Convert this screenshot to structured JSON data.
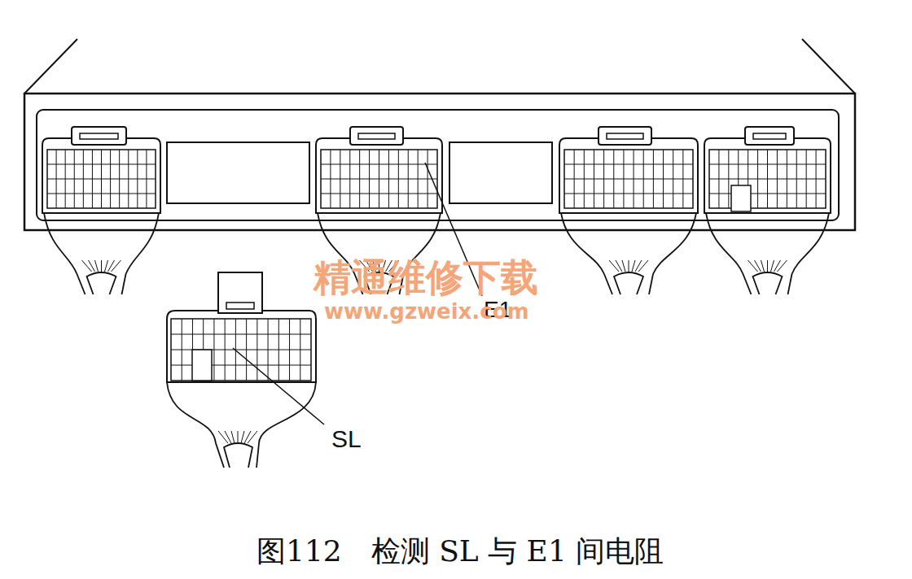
{
  "diagram": {
    "caption": "图112　检测 SL 与 E1 间电阻",
    "labels": [
      "E1",
      "SL",
      "精通维修下载",
      "www.gzweix.com"
    ]
  }
}
